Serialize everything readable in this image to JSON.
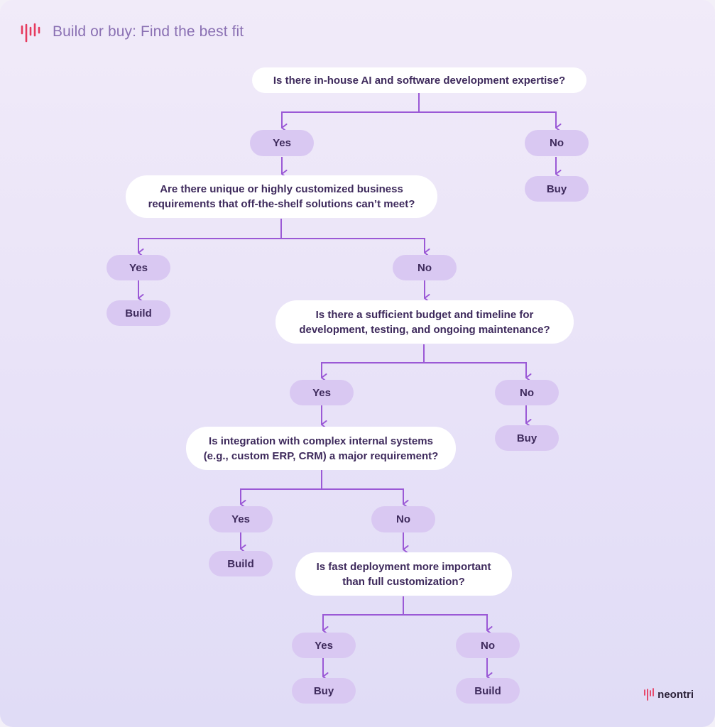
{
  "header": {
    "title": "Build or buy: Find the best fit"
  },
  "brand": {
    "name": "neontri"
  },
  "colors": {
    "accent": "#e63a5e",
    "line": "#9b59d6",
    "answer_pill": "#d9c8f2",
    "question_box": "#ffffff",
    "text": "#3e2a5c"
  },
  "icons": {
    "header_logo": "neontri-logo-icon",
    "brand_logo": "neontri-logo-icon"
  },
  "nodes": {
    "q1": "Is there in-house AI and software development expertise?",
    "q1_yes": "Yes",
    "q1_no": "No",
    "q1_no_result": "Buy",
    "q2": "Are there unique or highly customized business requirements that off-the-shelf solutions can’t meet?",
    "q2_yes": "Yes",
    "q2_yes_result": "Build",
    "q2_no": "No",
    "q3": "Is there a sufficient budget and timeline for development, testing, and ongoing maintenance?",
    "q3_yes": "Yes",
    "q3_no": "No",
    "q3_no_result": "Buy",
    "q4": "Is integration with complex internal systems (e.g., custom ERP, CRM) a major requirement?",
    "q4_yes": "Yes",
    "q4_yes_result": "Build",
    "q4_no": "No",
    "q5": "Is fast deployment more important than full customization?",
    "q5_yes": "Yes",
    "q5_yes_result": "Buy",
    "q5_no": "No",
    "q5_no_result": "Build"
  }
}
